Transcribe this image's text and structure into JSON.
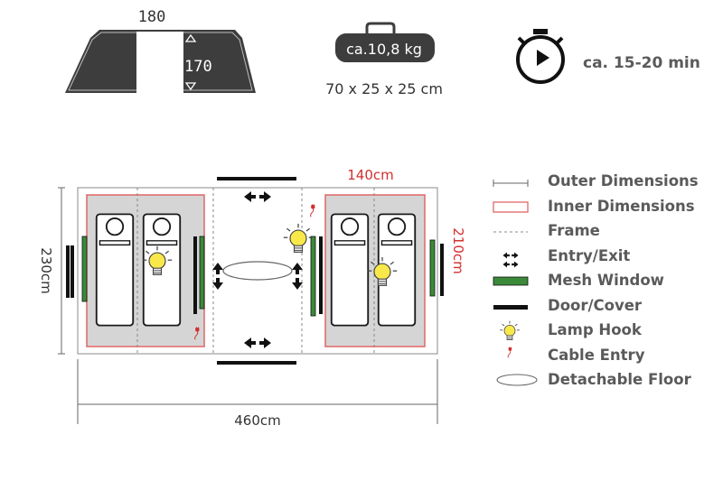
{
  "tent_profile": {
    "width_label": "180",
    "height_label": "170"
  },
  "packed": {
    "weight_label": "ca.10,8 kg",
    "size_label": "70 x 25 x 25 cm"
  },
  "setup": {
    "time_label": "ca. 15-20 min",
    "icon": "stopwatch-icon"
  },
  "floorplan": {
    "outer_width_label": "460cm",
    "outer_depth_label": "230cm",
    "inner_width_label": "140cm",
    "inner_depth_label": "210cm"
  },
  "legend": {
    "items": [
      {
        "icon": "outer-dimensions-icon",
        "label": "Outer Dimensions"
      },
      {
        "icon": "inner-dimensions-icon",
        "label": "Inner Dimensions"
      },
      {
        "icon": "frame-icon",
        "label": "Frame"
      },
      {
        "icon": "entry-exit-icon",
        "label": "Entry/Exit"
      },
      {
        "icon": "mesh-window-icon",
        "label": "Mesh Window"
      },
      {
        "icon": "door-cover-icon",
        "label": "Door/Cover"
      },
      {
        "icon": "lamp-hook-icon",
        "label": "Lamp Hook"
      },
      {
        "icon": "cable-entry-icon",
        "label": "Cable Entry"
      },
      {
        "icon": "detachable-floor-icon",
        "label": "Detachable Floor"
      }
    ]
  },
  "colors": {
    "tent_dark": "#3d3d3d",
    "inner_red": "#e06666",
    "mesh_green": "#3a8a3a",
    "door_black": "#111111",
    "lamp_yellow": "#f7e53b",
    "text_gray": "#5a5a5a",
    "dim_red": "#d32f2f"
  }
}
